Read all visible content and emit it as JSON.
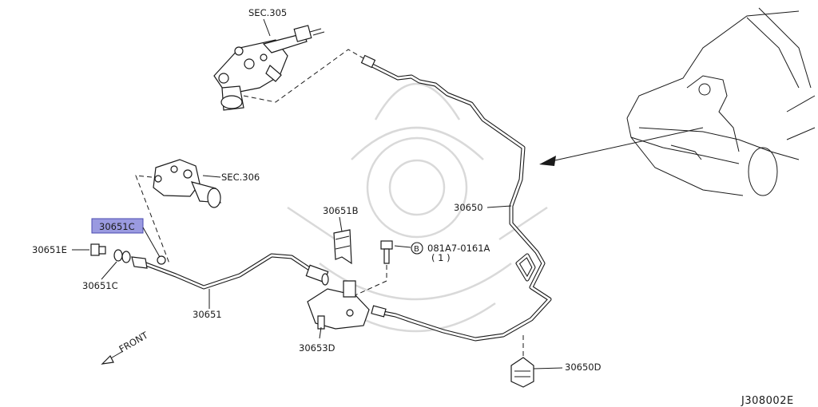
{
  "labels": {
    "sec305": "SEC.305",
    "sec306": "SEC.306",
    "p30650": "30650",
    "p30651B": "30651B",
    "bolt_code": "081A7-0161A",
    "bolt_marker": "B",
    "bolt_qty": "( 1 )",
    "p30651C_top": "30651C",
    "p30651E": "30651E",
    "p30651C_bottom": "30651C",
    "p30651": "30651",
    "p30653D": "30653D",
    "p30650D": "30650D",
    "front": "FRONT",
    "diagram_code": "J308002E"
  },
  "colors": {
    "highlight": "#9a9ae0",
    "linework": "#1a1a1a",
    "watermark": "#d9d9d9"
  }
}
